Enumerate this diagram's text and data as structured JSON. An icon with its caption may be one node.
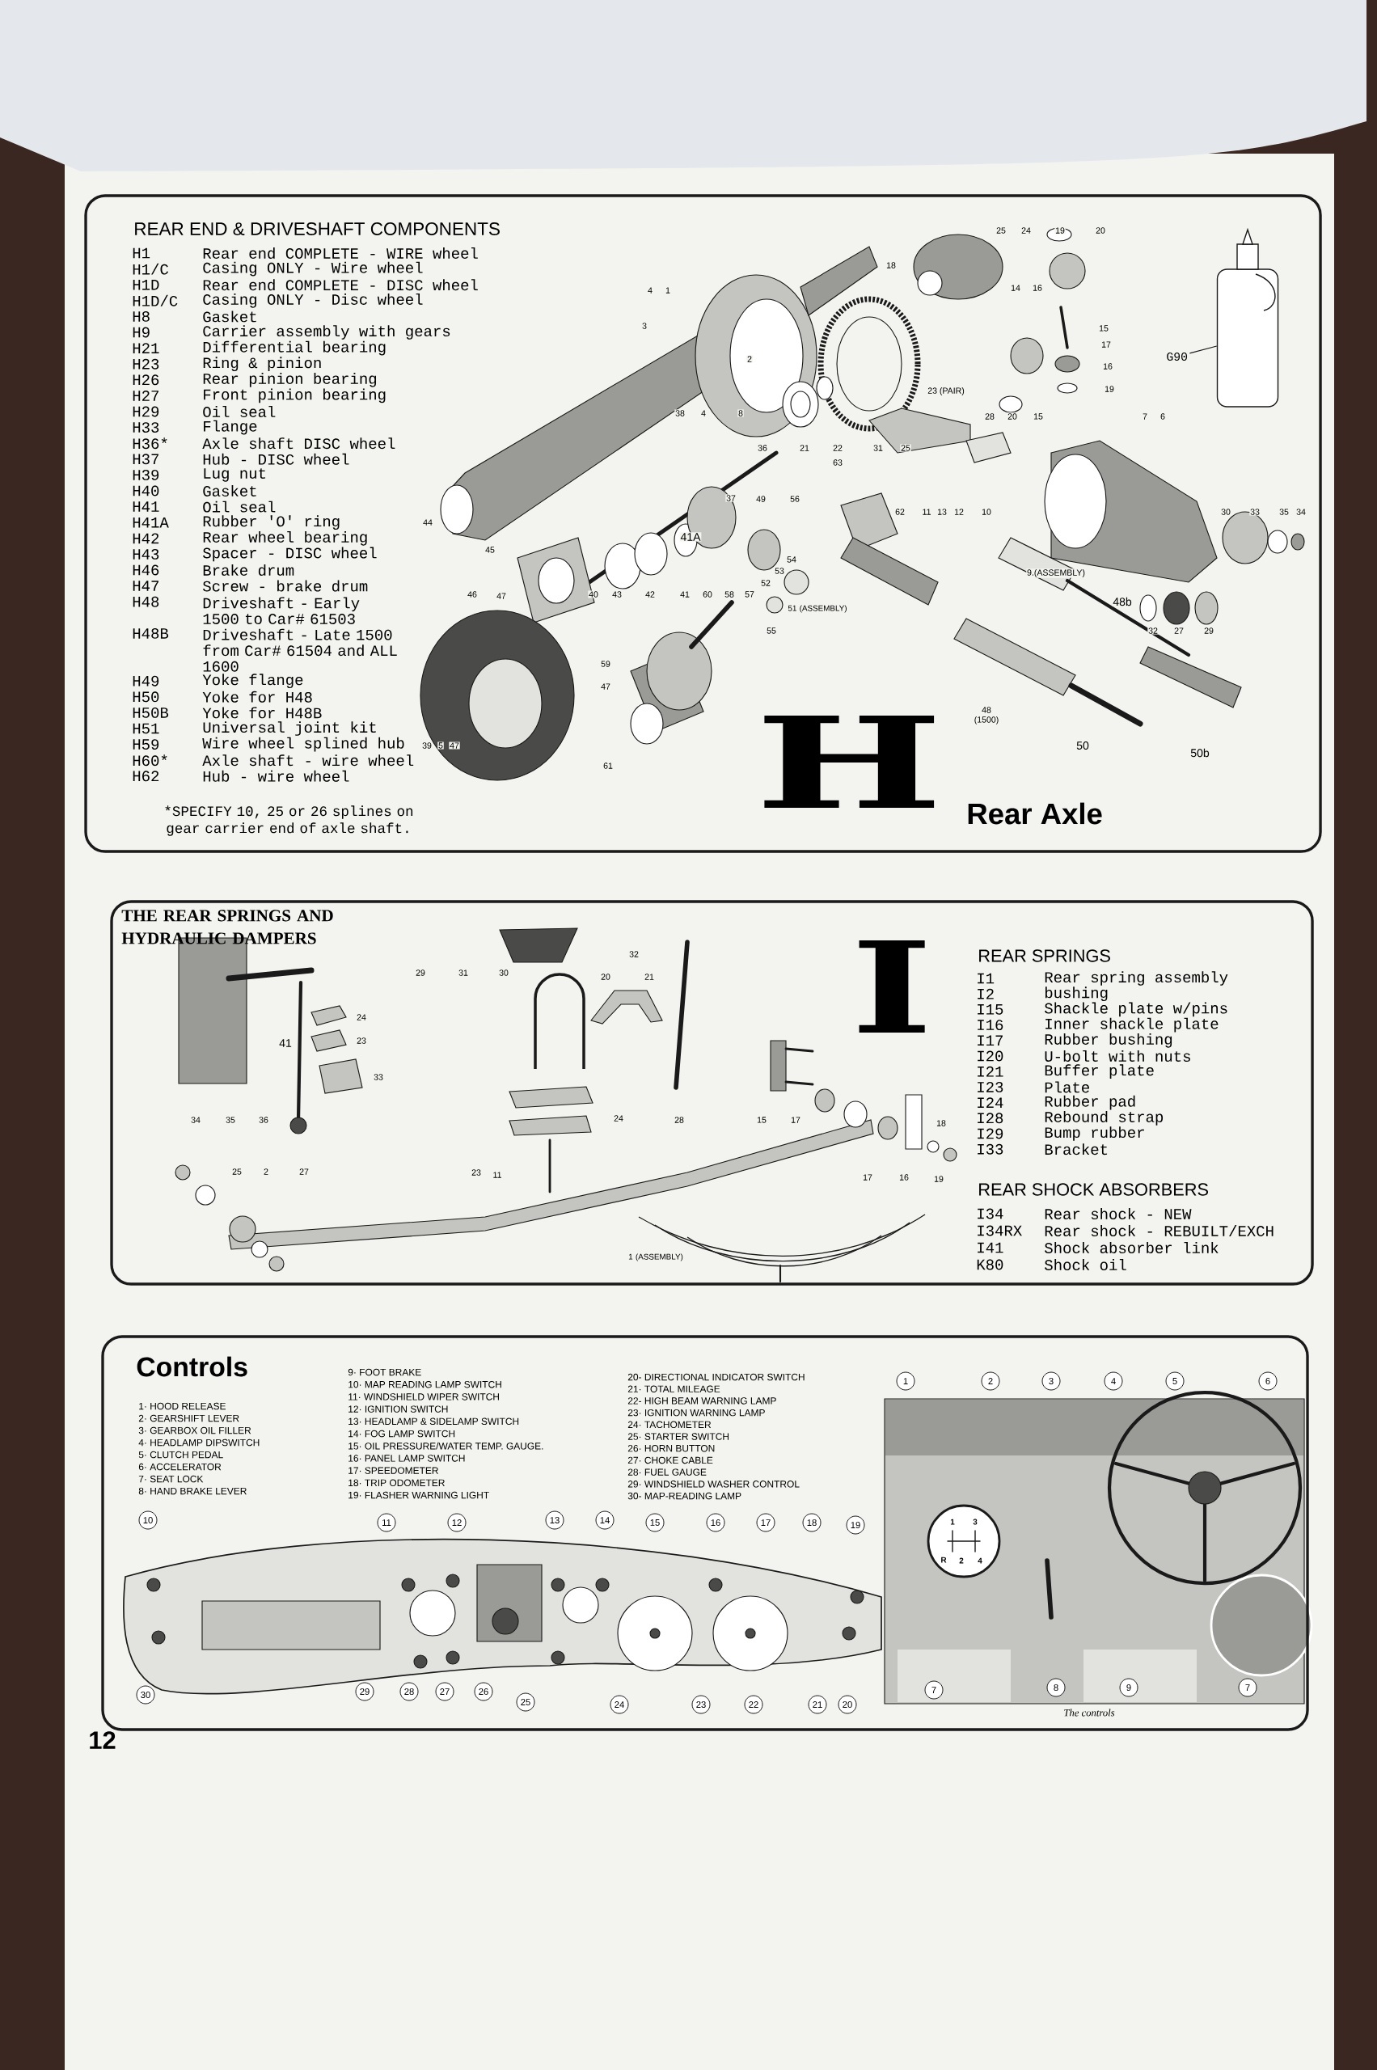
{
  "diagram": {
    "nodes": [
      {
        "text": [
          "REAR END & DRIVESHAFT COMPONENTS"
        ]
      },
      {
        "text": [
          "THE REAR SPRINGS AND HYDRAULIC DAMPERS"
        ]
      },
      {
        "text": [
          "Controls"
        ]
      },
      {
        "text": [
          "G90"
        ],
        "in": 0
      },
      {
        "text": [],
        "shape": "picture",
        "in": 0
      }
    ],
    "edges": [
      {
        "from": 3,
        "to": 4,
        "arrow": "none"
      }
    ],
    "labels": [
      "H1",
      "Rear end COMPLETE - WIRE wheel",
      "H1/C",
      "Casing ONLY - Wire wheel",
      "H1D",
      "Rear end COMPLETE - DISC wheel",
      "H1D/C",
      "Casing ONLY - Disc wheel",
      "H8",
      "Gasket",
      "H9",
      "Carrier assembly with gears",
      "H21",
      "Differential bearing",
      "H23",
      "Ring & pinion",
      "H26",
      "Rear pinion bearing",
      "H27",
      "Front pinion bearing",
      "H29",
      "Oil seal",
      "H33",
      "Flange",
      "H36*",
      "Axle shaft DISC wheel",
      "H37",
      "Hub - DISC wheel",
      "H39",
      "Lug nut",
      "H40",
      "Gasket",
      "H41",
      "Oil seal",
      "H41A",
      "Rubber 'O' ring",
      "H42",
      "Rear wheel bearing",
      "H43",
      "Spacer - DISC wheel",
      "H46",
      "Brake drum",
      "H47",
      "Screw - brake drum",
      "H48",
      "Driveshaft - Early 1500 to Car# 61503",
      "H48B",
      "Driveshaft - Late 1500 from Car# 61504 and ALL 1600",
      "H49",
      "Yoke flange",
      "H50",
      "Yoke for H48",
      "H50B",
      "Yoke for H48B",
      "H51",
      "Universal joint kit",
      "H59",
      "Wire wheel splined hub",
      "H60*",
      "Axle shaft - wire wheel",
      "H62",
      "Hub - wire wheel",
      "*SPECIFY 10, 25 or 26 splines on gear carrier end of axle shaft.",
      "4",
      "1",
      "3",
      "2",
      "38",
      "4",
      "8",
      "36",
      "21",
      "22",
      "31",
      "25",
      "23 (PAIR)",
      "18",
      "25",
      "24",
      "19",
      "20",
      "14",
      "16",
      "15",
      "17",
      "16",
      "19",
      "28",
      "20",
      "15",
      "7",
      "6",
      "63",
      "62",
      "11",
      "13",
      "12",
      "10",
      "37",
      "41A",
      "44",
      "45",
      "46",
      "47",
      "40",
      "43",
      "42",
      "41",
      "60",
      "58",
      "57",
      "49",
      "56",
      "54",
      "53",
      "52",
      "55",
      "51 (ASSEMBLY)",
      "9.(ASSEMBLY)",
      "30",
      "33",
      "35",
      "34",
      "32",
      "27",
      "29",
      "48b",
      "59",
      "47",
      "61",
      "39",
      "5",
      "47",
      "48 (1500)",
      "50",
      "50b",
      "H",
      "Rear Axle",
      "29",
      "31",
      "30",
      "32",
      "20",
      "21",
      "24",
      "23",
      "33",
      "41",
      "34",
      "35",
      "36",
      "24",
      "28",
      "15",
      "17",
      "18",
      "25",
      "2",
      "27",
      "23",
      "11",
      "17",
      "16",
      "19",
      "1 (ASSEMBLY)",
      "I",
      "REAR SPRINGS",
      "I1",
      "Rear spring assembly",
      "I2",
      "bushing",
      "I15",
      "Shackle plate w/pins",
      "I16",
      "Inner shackle plate",
      "I17",
      "Rubber bushing",
      "I20",
      "U-bolt with nuts",
      "I21",
      "Buffer plate",
      "I23",
      "Plate",
      "I24",
      "Rubber pad",
      "I28",
      "Rebound strap",
      "I29",
      "Bump rubber",
      "I33",
      "Bracket",
      "REAR SHOCK ABSORBERS",
      "I34",
      "Rear shock - NEW",
      "I34RX",
      "Rear shock - REBUILT/EXCH",
      "I41",
      "Shock absorber link",
      "K80",
      "Shock oil",
      "1· HOOD RELEASE",
      "2· GEARSHIFT LEVER",
      "3· GEARBOX OIL FILLER",
      "4· HEADLAMP DIPSWITCH",
      "5· CLUTCH PEDAL",
      "6· ACCELERATOR",
      "7· SEAT LOCK",
      "8· HAND BRAKE LEVER",
      "9· FOOT BRAKE",
      "10· MAP READING LAMP SWITCH",
      "11· WINDSHIELD WIPER SWITCH",
      "12· IGNITION SWITCH",
      "13· HEADLAMP & SIDELAMP SWITCH",
      "14· FOG LAMP SWITCH",
      "15· OIL PRESSURE/WATER TEMP. GAUGE.",
      "16· PANEL LAMP SWITCH",
      "17· SPEEDOMETER",
      "18· TRIP ODOMETER",
      "19· FLASHER WARNING LIGHT",
      "20- DIRECTIONAL INDICATOR SWITCH",
      "21· TOTAL MILEAGE",
      "22- HIGH BEAM WARNING LAMP",
      "23· IGNITION WARNING LAMP",
      "24· TACHOMETER",
      "25· STARTER SWITCH",
      "26· HORN BUTTON",
      "27· CHOKE CABLE",
      "28· FUEL GAUGE",
      "29· WINDSHIELD WASHER CONTROL",
      "30- MAP-READING LAMP",
      "1",
      "2",
      "3",
      "4",
      "5",
      "6",
      "10",
      "11",
      "12",
      "13",
      "14",
      "15",
      "16",
      "17",
      "18",
      "19",
      "30",
      "29",
      "28",
      "27",
      "26",
      "25",
      "24",
      "23",
      "22",
      "21",
      "20",
      "7",
      "8",
      "9",
      "7",
      "1",
      "3",
      "R",
      "2",
      "4",
      "The controls",
      "12"
    ]
  }
}
